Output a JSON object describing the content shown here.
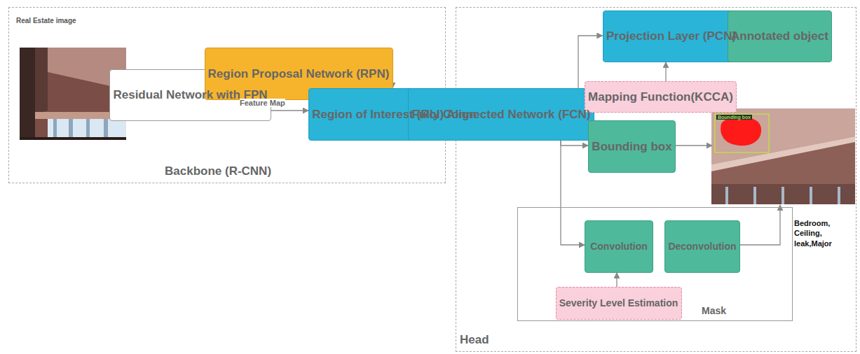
{
  "diagram": {
    "nodes": [
      {
        "text": [
          "Backbone (R-CNN)"
        ]
      },
      {
        "text": [
          "Real Estate image"
        ],
        "in": 0
      },
      {
        "text": [
          "Residual Network with FPN"
        ],
        "in": 0
      },
      {
        "text": [
          "Region Proposal Network (RPN)"
        ],
        "in": 0
      },
      {
        "text": [
          "Region of Interest (RoI) Align"
        ],
        "in": 0
      },
      {
        "text": [
          "Head"
        ]
      },
      {
        "text": [
          "Fully Connected Network (FCN)"
        ],
        "in": 5
      },
      {
        "text": [
          "Projection Layer (PCN)"
        ],
        "in": 5
      },
      {
        "text": [
          "Annotated object"
        ],
        "in": 5
      },
      {
        "text": [
          "Mapping Function(KCCA)"
        ],
        "in": 5
      },
      {
        "text": [
          "Bounding box"
        ],
        "in": 5
      },
      {
        "text": [
          "Bounding box"
        ],
        "in": 5
      },
      {
        "text": [
          "Mask"
        ],
        "in": 5
      },
      {
        "text": [
          "Convolution"
        ],
        "in": 12
      },
      {
        "text": [
          "Deconvolution"
        ],
        "in": 12
      },
      {
        "text": [
          "Severity Level Estimation"
        ],
        "in": 12
      }
    ],
    "edges": [
      {
        "from": 1,
        "to": 2,
        "arrow": "to"
      },
      {
        "from": 2,
        "to": 3,
        "arrow": "to"
      },
      {
        "from": 2,
        "to": 4,
        "label": "Feature Map",
        "arrow": "to"
      },
      {
        "from": 3,
        "to": 4,
        "arrow": "to"
      },
      {
        "from": 4,
        "to": 6,
        "arrow": "to"
      },
      {
        "from": 6,
        "to": 7,
        "arrow": "to"
      },
      {
        "from": 6,
        "to": 10,
        "arrow": "to"
      },
      {
        "from": 6,
        "to": 13,
        "arrow": "to"
      },
      {
        "from": 9,
        "to": 7,
        "arrow": "to"
      },
      {
        "from": 7,
        "to": 8,
        "arrow": "to"
      },
      {
        "from": 10,
        "to": 11,
        "arrow": "to"
      },
      {
        "from": 15,
        "to": 13,
        "arrow": "to"
      },
      {
        "from": 14,
        "to": 11,
        "arrow": "to"
      }
    ],
    "labels": [
      "Bedroom, Ceiling, leak,Major"
    ]
  }
}
